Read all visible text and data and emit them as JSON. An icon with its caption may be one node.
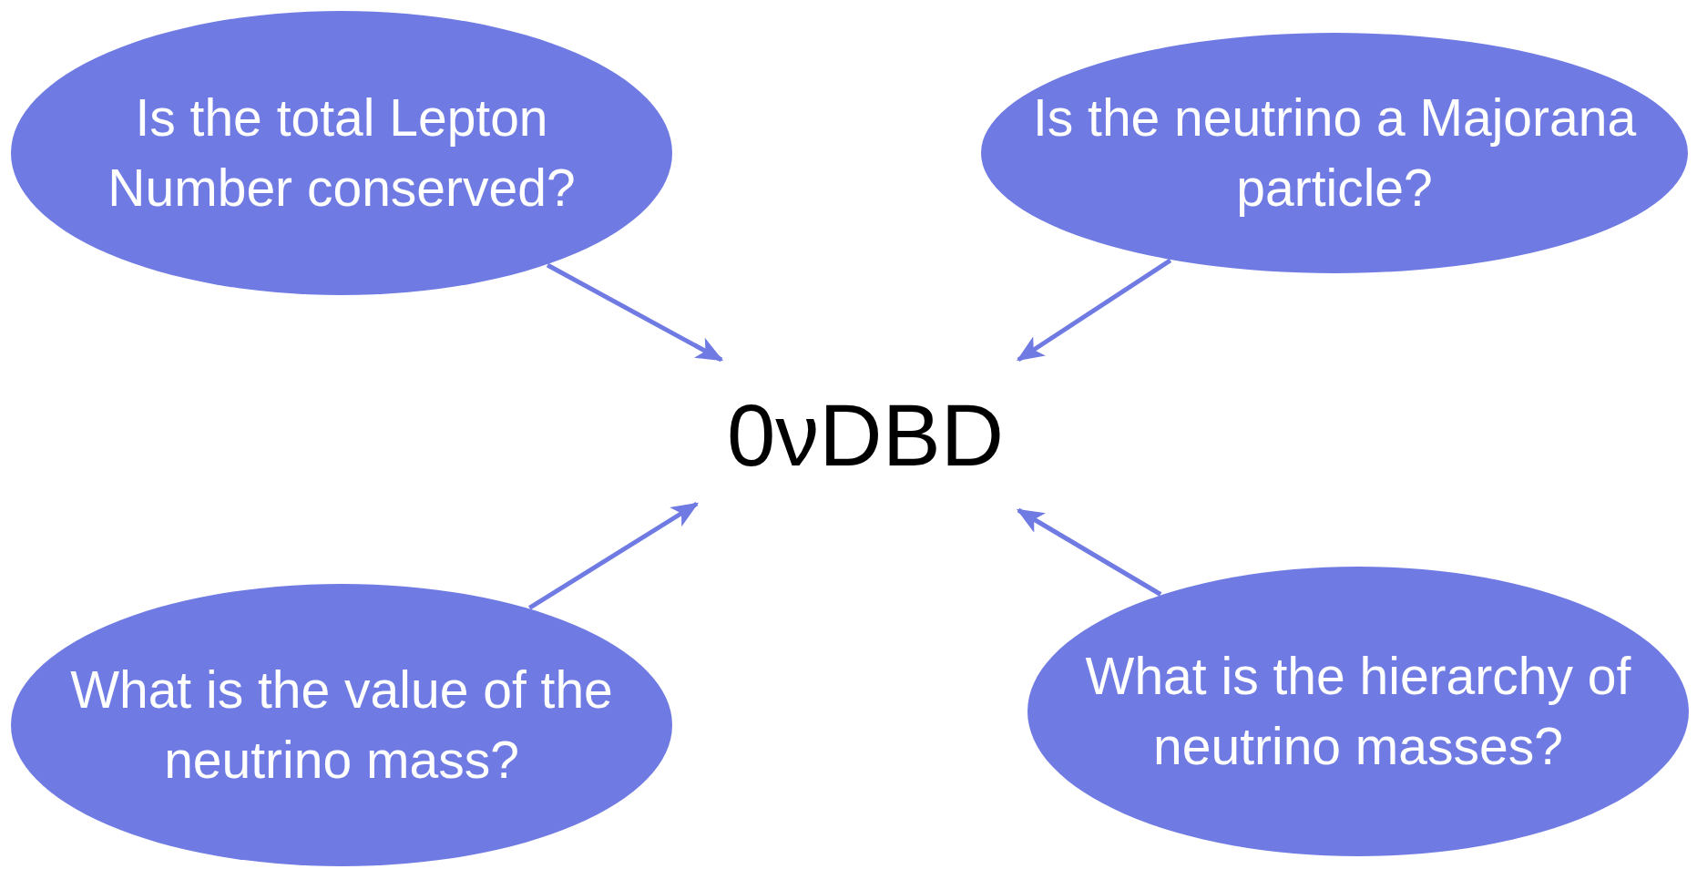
{
  "diagram": {
    "nodes": [
      {
        "text": [
          "Is the total Lepton Number conserved?"
        ]
      },
      {
        "text": [
          "Is the neutrino a Majorana particle?"
        ]
      },
      {
        "text": [
          "0νDBD"
        ]
      },
      {
        "text": [
          "What is the value of the neutrino mass?"
        ]
      },
      {
        "text": [
          "What is the hierarchy of neutrino masses?"
        ]
      }
    ],
    "edges": [
      {
        "from": 0,
        "to": 2,
        "arrow": "to"
      },
      {
        "from": 1,
        "to": 2,
        "arrow": "to"
      },
      {
        "from": 3,
        "to": 2,
        "arrow": "to"
      },
      {
        "from": 4,
        "to": 2,
        "arrow": "to"
      }
    ]
  }
}
